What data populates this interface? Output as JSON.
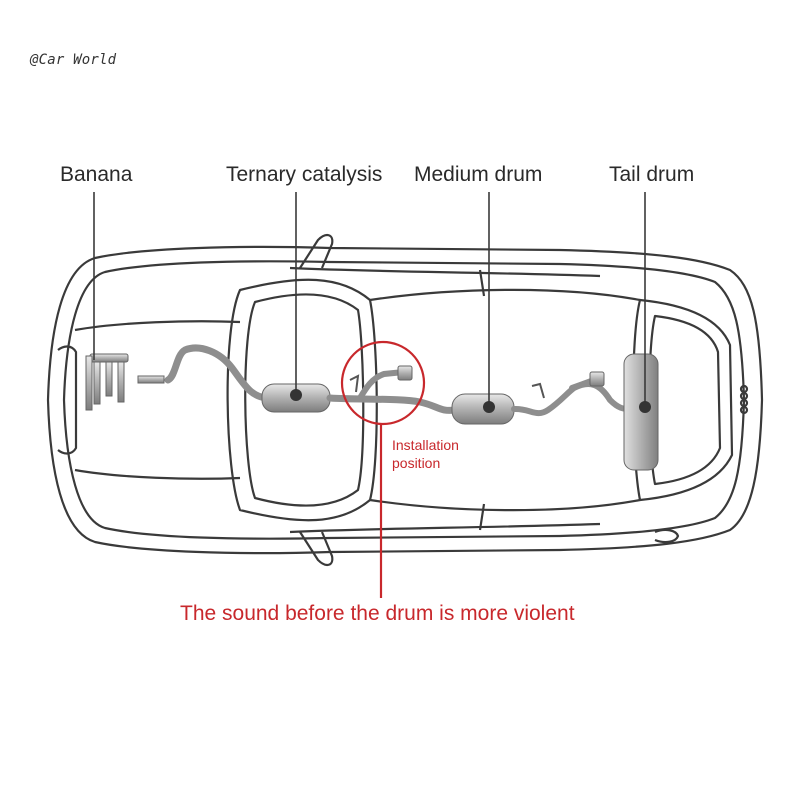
{
  "watermark": "@Car World",
  "labels": {
    "banana": "Banana",
    "ternary": "Ternary catalysis",
    "medium": "Medium drum",
    "tail": "Tail drum"
  },
  "installation": {
    "line1": "Installation",
    "line2": "position"
  },
  "caption": "The sound before the drum is more violent",
  "colors": {
    "outline": "#3a3a3a",
    "pipe": "#9a9a9a",
    "accent": "#c8282c",
    "text": "#2a2a2a"
  }
}
